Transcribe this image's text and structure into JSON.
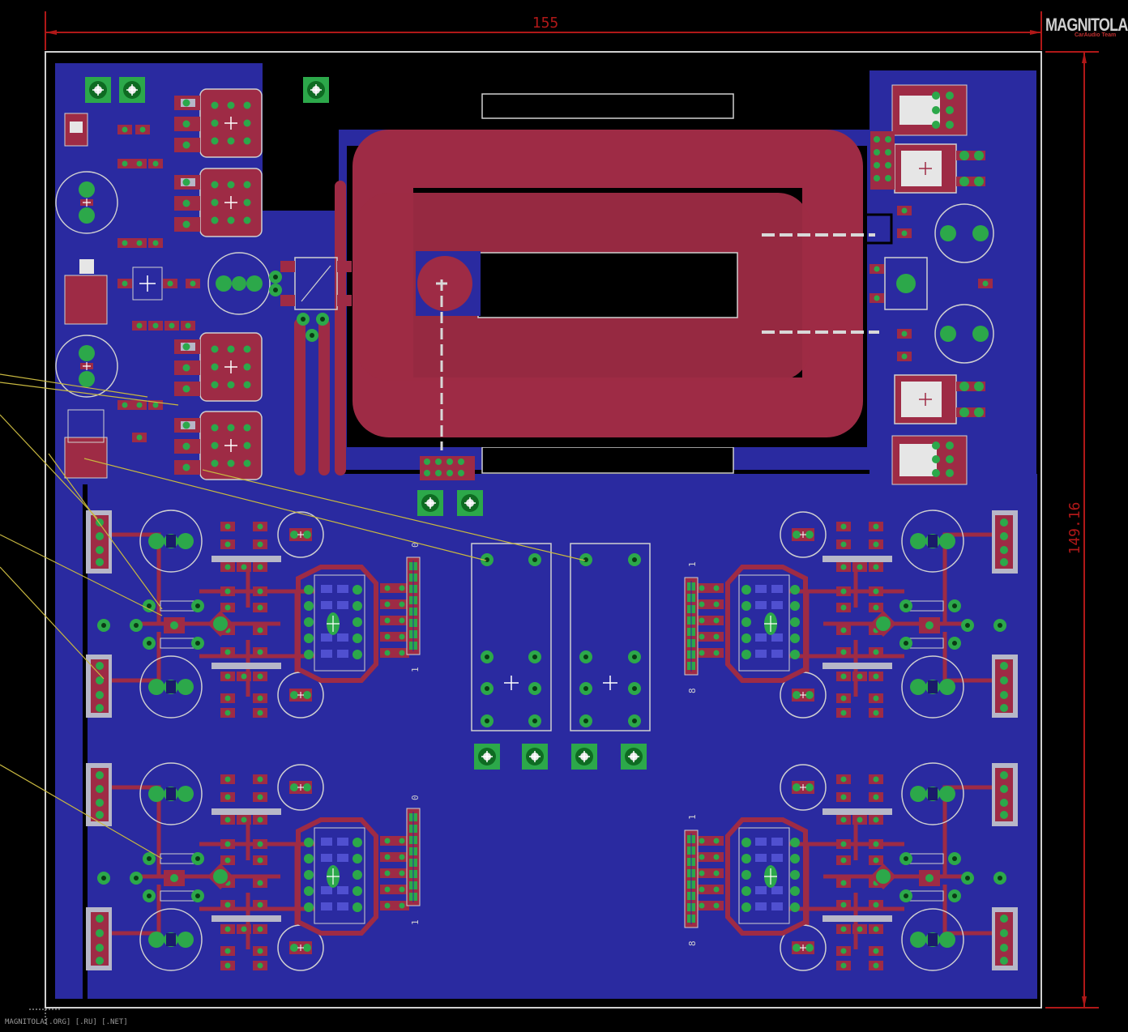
{
  "dimensions": {
    "width_label": "155",
    "height_label": "149.16"
  },
  "logo": {
    "brand": "MAGNITOLA",
    "sub": "CarAudio Team"
  },
  "watermark": "MAGNITOLA[.ORG] [.RU] [.NET]",
  "connector_labels": {
    "top": "0",
    "bottom": "1",
    "right_top": "1",
    "right_bottom": "8"
  },
  "colors": {
    "background": "#000000",
    "board_fill": "#2a2aa0",
    "top_copper": "#9e2b45",
    "pad": "#2ca84a",
    "silkscreen": "#d0d0d0",
    "dimension": "#b01818",
    "airwire": "#c8b840"
  }
}
